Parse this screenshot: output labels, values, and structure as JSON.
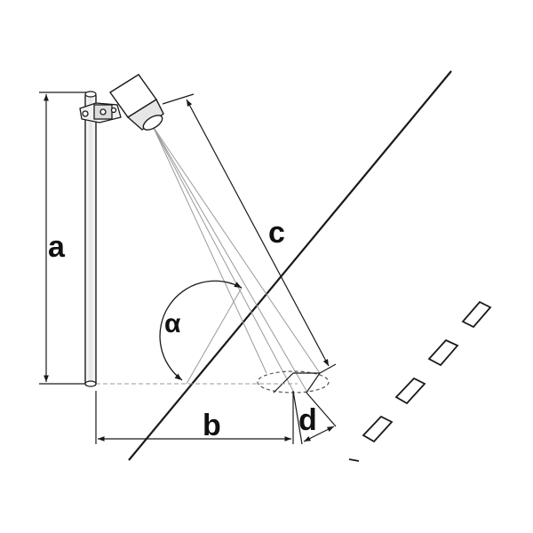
{
  "labels": {
    "a": "a",
    "b": "b",
    "c": "c",
    "d": "d",
    "alpha": "α"
  },
  "colors": {
    "stroke": "#1a1a1a",
    "light_stroke": "#7a7a7a",
    "faint_stroke": "#b0b0b0",
    "fill_light": "#f2f2f2",
    "fill_mid": "#dcdcdc"
  }
}
